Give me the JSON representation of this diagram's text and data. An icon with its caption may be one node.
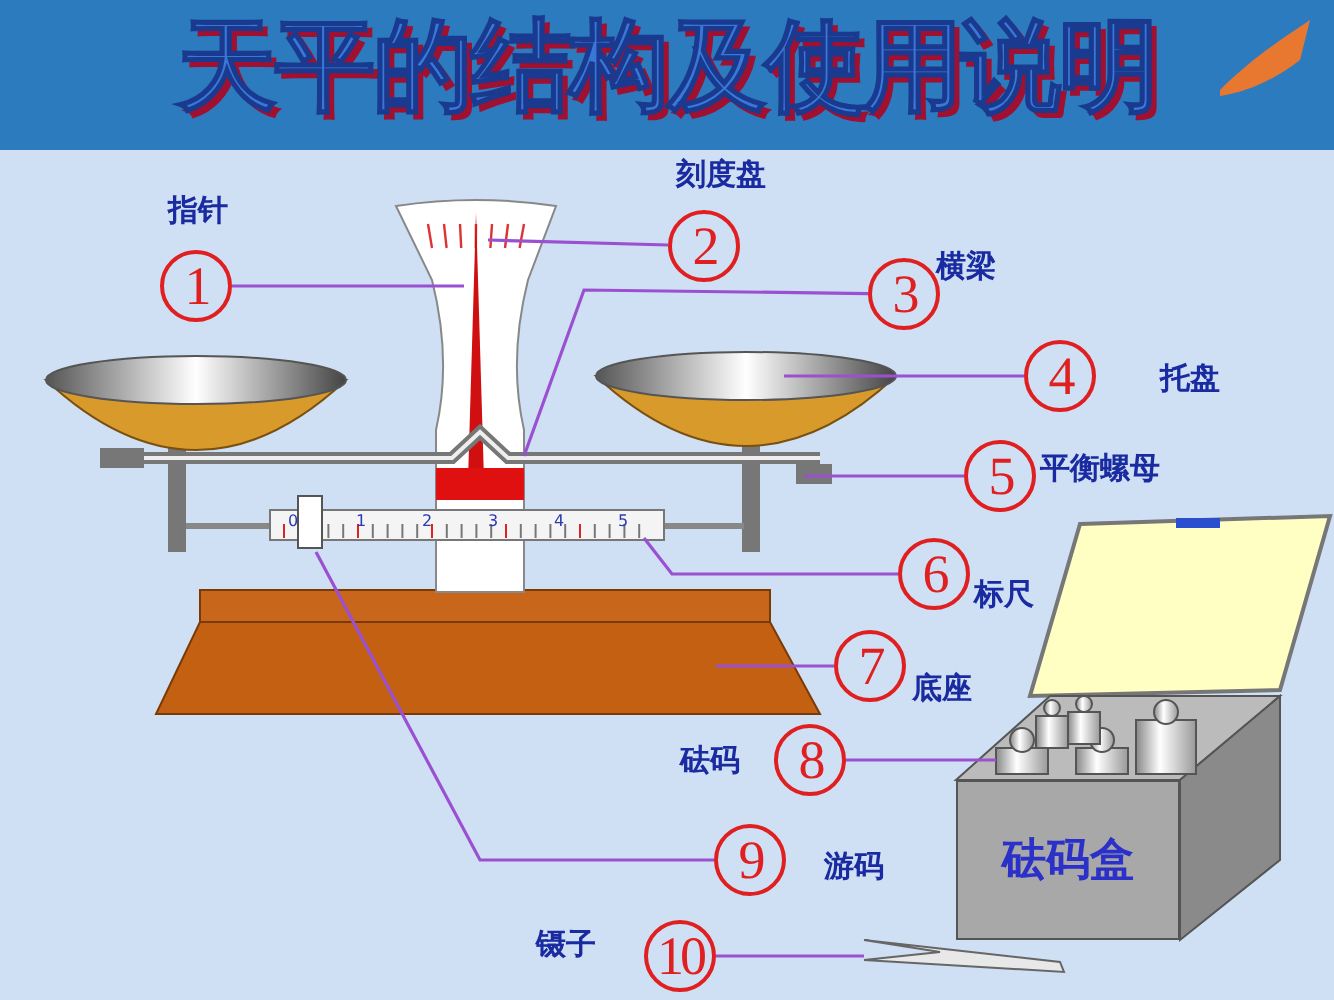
{
  "diagram": {
    "title": "天平的结构及使用说明",
    "nodes": [
      {
        "text": [
          "1"
        ],
        "beside": [
          "指针"
        ]
      },
      {
        "text": [
          "2"
        ],
        "beside": [
          "刻度盘"
        ]
      },
      {
        "text": [
          "3"
        ],
        "beside": [
          "横梁"
        ]
      },
      {
        "text": [
          "4"
        ],
        "beside": [
          "托盘"
        ]
      },
      {
        "text": [
          "5"
        ],
        "beside": [
          "平衡螺母"
        ]
      },
      {
        "text": [
          "6"
        ],
        "beside": [
          "标尺"
        ]
      },
      {
        "text": [
          "7"
        ],
        "beside": [
          "底座"
        ]
      },
      {
        "text": [
          "8"
        ],
        "beside": [
          "砝码"
        ]
      },
      {
        "text": [
          "9"
        ],
        "beside": [
          "游码"
        ]
      },
      {
        "text": [
          "10"
        ],
        "beside": [
          "镊子"
        ]
      },
      {
        "text": [
          "砝码盒"
        ]
      },
      {
        "text": [],
        "shape": "picture"
      },
      {
        "text": [],
        "shape": "picture"
      }
    ],
    "edges": [
      {
        "from": 0,
        "to": null,
        "arrow": "none"
      },
      {
        "from": 1,
        "to": null,
        "arrow": "none"
      },
      {
        "from": 2,
        "to": null,
        "arrow": "none"
      },
      {
        "from": 3,
        "to": null,
        "arrow": "none"
      },
      {
        "from": 4,
        "to": null,
        "arrow": "none"
      },
      {
        "from": 5,
        "to": null,
        "arrow": "none"
      },
      {
        "from": 6,
        "to": null,
        "arrow": "none"
      },
      {
        "from": 7,
        "to": 11,
        "arrow": "none"
      },
      {
        "from": 8,
        "to": null,
        "arrow": "none"
      },
      {
        "from": 9,
        "to": 12,
        "arrow": "none"
      }
    ],
    "labels": [
      "0",
      "1",
      "2",
      "3",
      "4",
      "5"
    ]
  }
}
